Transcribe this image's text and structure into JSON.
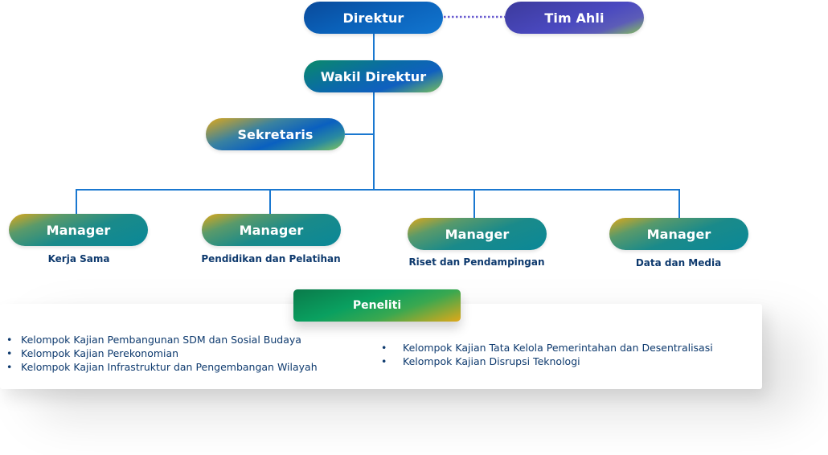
{
  "diagram": {
    "type": "organizational-chart",
    "colors": {
      "connector": "#1a78d0",
      "dotted_connector": "#6a5cd0",
      "label_text": "#0e3a6e",
      "node_text": "#ffffff"
    },
    "nodes": {
      "direktur": {
        "label": "Direktur"
      },
      "tim_ahli": {
        "label": "Tim Ahli"
      },
      "wakil_direktur": {
        "label": "Wakil Direktur"
      },
      "sekretaris": {
        "label": "Sekretaris"
      },
      "managers": [
        {
          "label": "Manager",
          "unit": "Kerja Sama"
        },
        {
          "label": "Manager",
          "unit": "Pendidikan dan Pelatihan"
        },
        {
          "label": "Manager",
          "unit": "Riset dan Pendampingan"
        },
        {
          "label": "Manager",
          "unit": "Data dan Media"
        }
      ],
      "peneliti": {
        "label": "Peneliti"
      }
    },
    "edges": [
      {
        "from": "Direktur",
        "to": "Tim Ahli",
        "style": "dotted"
      },
      {
        "from": "Direktur",
        "to": "Wakil Direktur",
        "style": "solid"
      },
      {
        "from": "Wakil Direktur",
        "to": "Sekretaris",
        "style": "solid"
      },
      {
        "from": "Wakil Direktur",
        "to": "Manager Kerja Sama",
        "style": "solid"
      },
      {
        "from": "Wakil Direktur",
        "to": "Manager Pendidikan dan Pelatihan",
        "style": "solid"
      },
      {
        "from": "Wakil Direktur",
        "to": "Manager Riset dan Pendampingan",
        "style": "solid"
      },
      {
        "from": "Wakil Direktur",
        "to": "Manager Data dan Media",
        "style": "solid"
      }
    ],
    "peneliti_groups": {
      "left": [
        "Kelompok Kajian Pembangunan SDM dan Sosial Budaya",
        "Kelompok Kajian Perekonomian",
        "Kelompok Kajian Infrastruktur dan Pengembangan Wilayah"
      ],
      "right": [
        "Kelompok Kajian Tata Kelola Pemerintahan dan Desentralisasi",
        "Kelompok Kajian Disrupsi Teknologi"
      ],
      "bullet": "•"
    }
  }
}
